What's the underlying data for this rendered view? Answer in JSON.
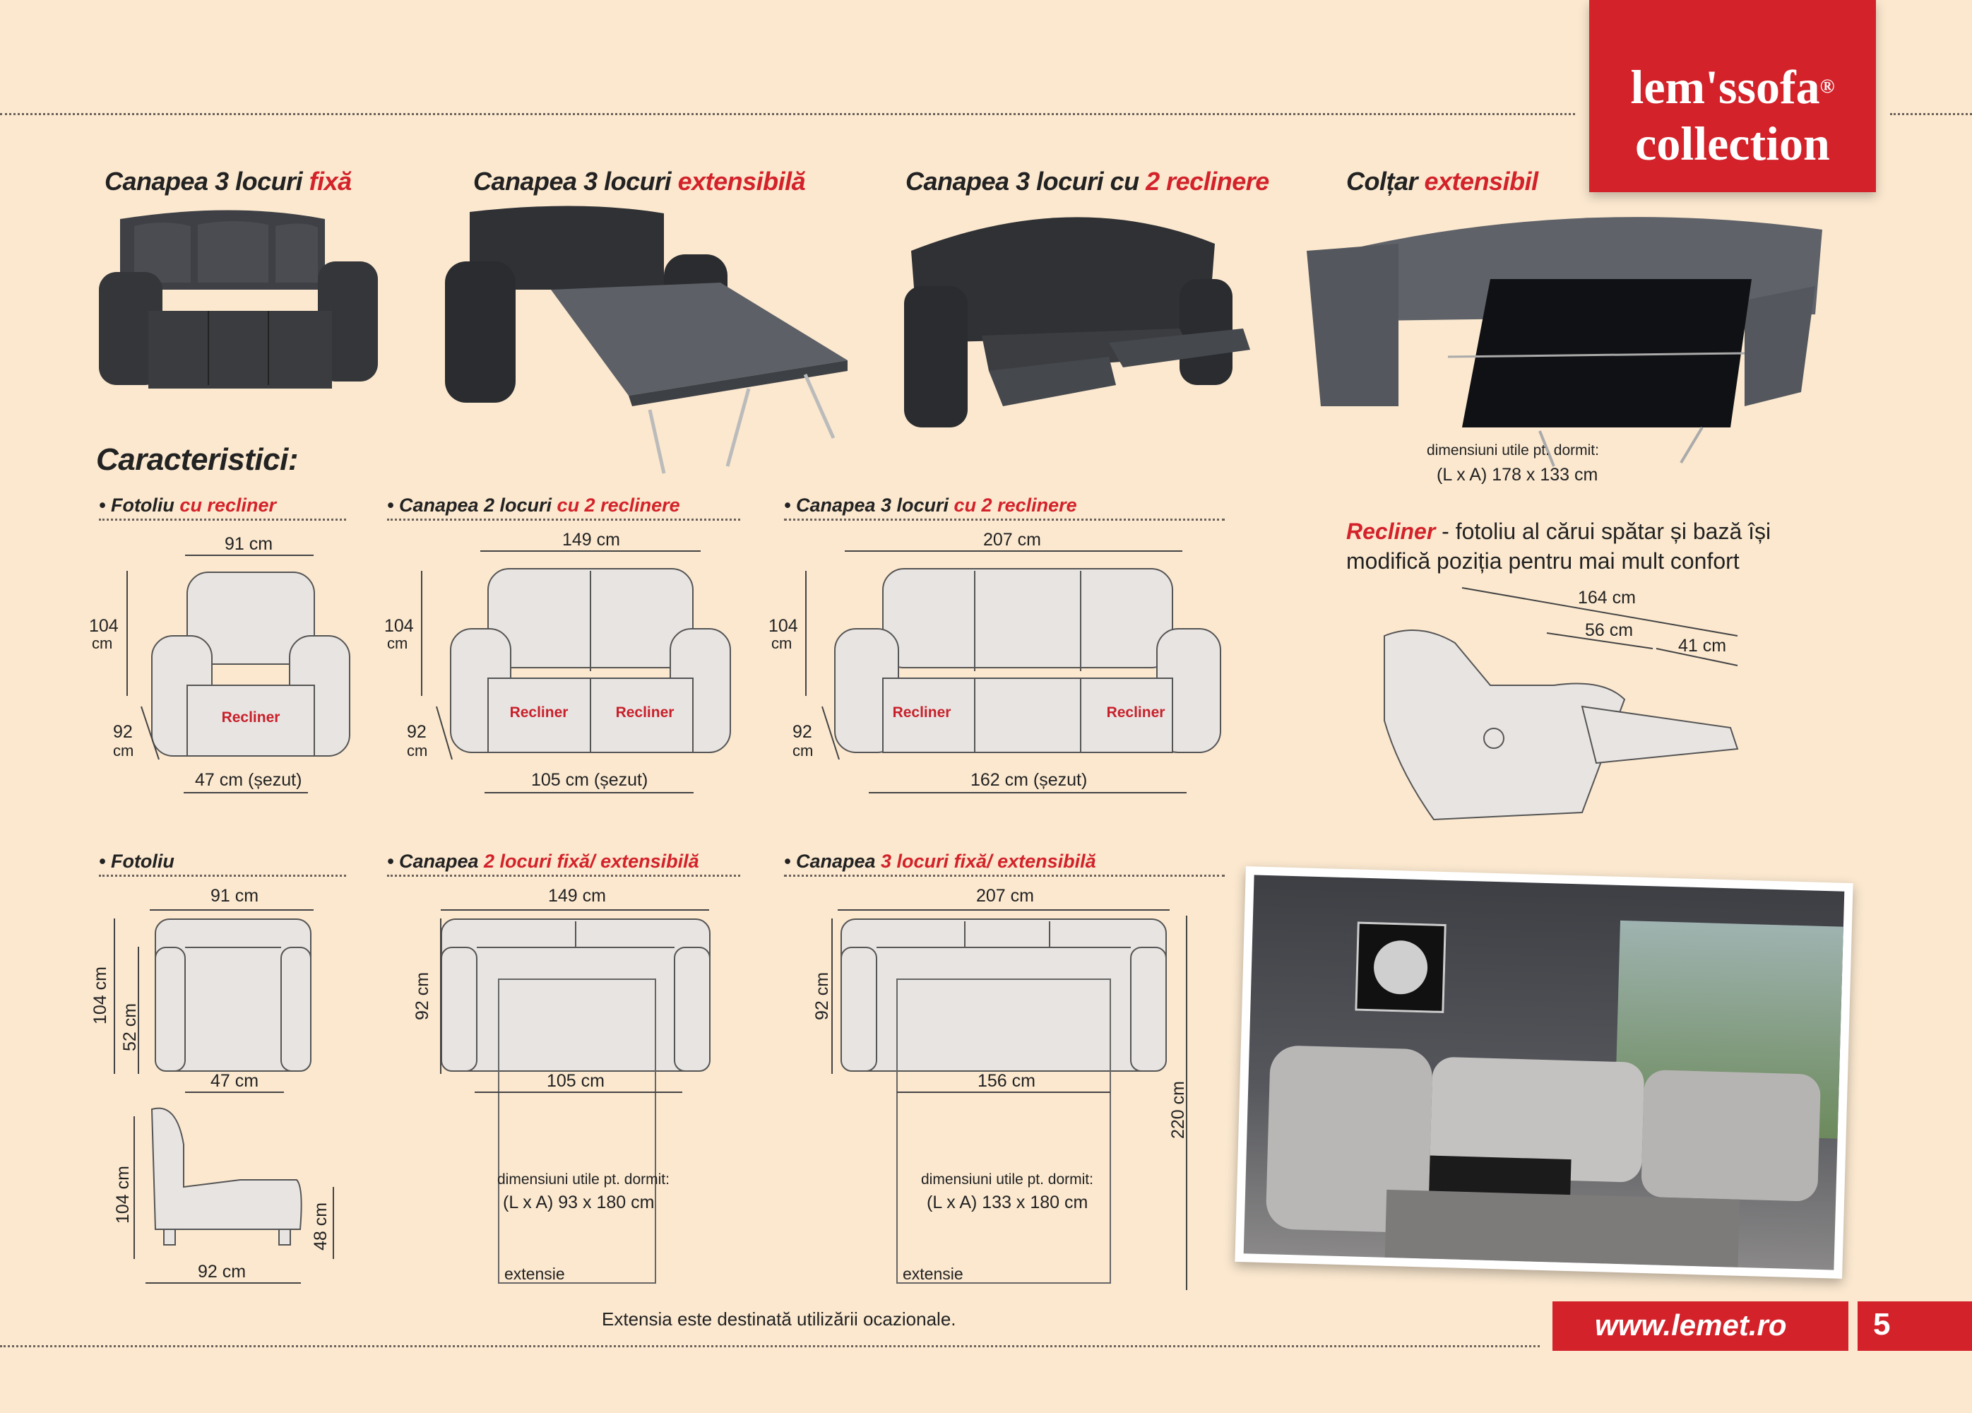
{
  "brand": {
    "line1": "lem'ssofa",
    "registered": "®",
    "line2": "collection"
  },
  "products": [
    {
      "prefix": "Canapea 3 locuri ",
      "accent": "fixă"
    },
    {
      "prefix": "Canapea 3 locuri ",
      "accent": "extensibilă"
    },
    {
      "prefix": "Canapea 3 locuri cu ",
      "accent": "2 reclinere"
    },
    {
      "prefix": "Colțar ",
      "accent": "extensibil"
    }
  ],
  "corner_sleep": {
    "line1": "dimensiuni utile pt. dormit:",
    "line2": "(L x A) 178 x 133 cm"
  },
  "caracteristici_heading": "Caracteristici:",
  "recliner_def": {
    "term": "Recliner",
    "dash": " - ",
    "text1": "fotoliu al cărui spătar și bază își",
    "text2": "modifică poziția pentru mai mult confort"
  },
  "recliner_dims": {
    "total": "164 cm",
    "mid": "56 cm",
    "foot": "41 cm"
  },
  "sections_row1": [
    {
      "prefix": "• Fotoliu ",
      "accent": "cu recliner",
      "width": "91 cm",
      "height": "104",
      "height_unit": "cm",
      "depth": "92",
      "depth_unit": "cm",
      "seat": "47 cm (șezut)",
      "labels": [
        "Recliner"
      ]
    },
    {
      "prefix": "• Canapea 2 locuri ",
      "accent": "cu 2 reclinere",
      "width": "149 cm",
      "height": "104",
      "height_unit": "cm",
      "depth": "92",
      "depth_unit": "cm",
      "seat": "105 cm (șezut)",
      "labels": [
        "Recliner",
        "Recliner"
      ]
    },
    {
      "prefix": "• Canapea 3 locuri ",
      "accent": "cu 2 reclinere",
      "width": "207 cm",
      "height": "104",
      "height_unit": "cm",
      "depth": "92",
      "depth_unit": "cm",
      "seat": "162 cm (șezut)",
      "labels": [
        "Recliner",
        "Recliner"
      ]
    }
  ],
  "sections_row2": [
    {
      "prefix": "• Fotoliu",
      "accent": "",
      "width": "91 cm",
      "height": "104 cm",
      "inner_height": "52 cm",
      "seat": "47 cm",
      "side_height": "104 cm",
      "side_seat": "48 cm",
      "side_depth": "92 cm"
    },
    {
      "prefix": "• Canapea ",
      "accent": "2 locuri fixă/ extensibilă",
      "width": "149 cm",
      "height": "92 cm",
      "seat": "105 cm",
      "sleep1": "dimensiuni utile pt. dormit:",
      "sleep2": "(L x A) 93 x 180 cm",
      "ext": "extensie"
    },
    {
      "prefix": "• Canapea ",
      "accent": "3 locuri fixă/ extensibilă",
      "width": "207 cm",
      "height": "92 cm",
      "seat": "156 cm",
      "sleep1": "dimensiuni utile pt. dormit:",
      "sleep2": "(L x A) 133 x 180 cm",
      "ext": "extensie",
      "length": "220 cm"
    }
  ],
  "note": "Extensia este destinată utilizării ocazionale.",
  "footer": {
    "url": "www.lemet.ro",
    "page": "5"
  },
  "colors": {
    "accent": "#d3222a",
    "background": "#fbe8cf",
    "sofa_dark": "#3a3c40",
    "sketch_fill": "#e8e4e2"
  }
}
